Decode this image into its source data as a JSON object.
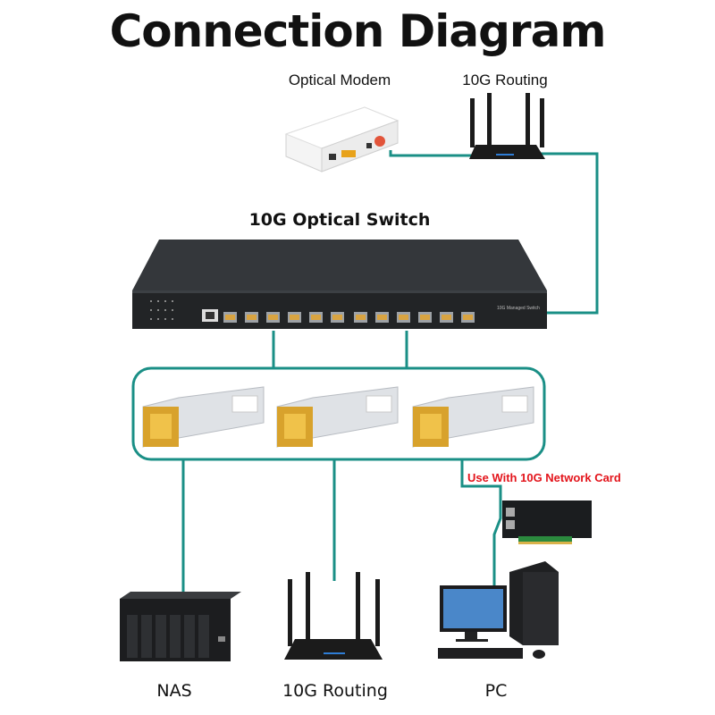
{
  "title": "Connection Diagram",
  "labels": {
    "optical_modem": "Optical Modem",
    "routing_top": "10G Routing",
    "switch": "10G Optical Switch",
    "switch_badge": "10G Managed Switch",
    "network_card_note": "Use With 10G Network Card",
    "nas": "NAS",
    "routing_bottom": "10G Routing",
    "pc": "PC"
  },
  "colors": {
    "connector": "#1a8f86",
    "note": "#e3141b",
    "switch_body": "#2a2d31"
  },
  "icons": [
    "modem-icon",
    "router-icon",
    "switch-icon",
    "sfp-module-icon",
    "network-card-icon",
    "nas-icon",
    "pc-icon"
  ]
}
